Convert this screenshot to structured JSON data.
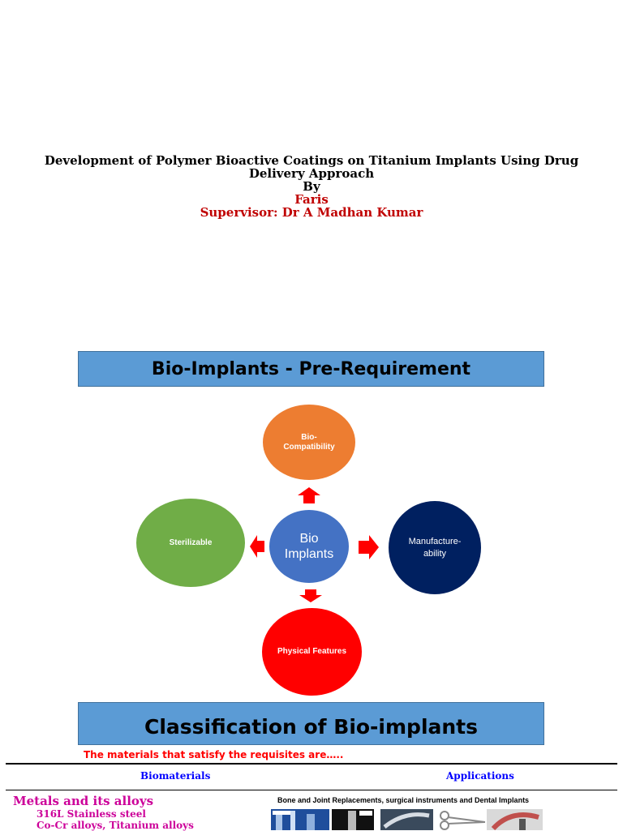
{
  "title": {
    "line1": "Development of Polymer Bioactive Coatings on Titanium Implants Using Drug",
    "line2": "Delivery Approach",
    "by": "By",
    "author": "Faris",
    "supervisor": "Supervisor: Dr A Madhan Kumar"
  },
  "slide1": {
    "heading": "Bio-Implants - Pre-Requirement",
    "center": "Bio Implants",
    "top": "Bio-\nCompatibility",
    "left": "Sterilizable",
    "right": "Manufacture-\nability",
    "bottom": "Physical Features",
    "colors": {
      "banner": "#5b9bd5",
      "top": "#ed7d31",
      "left": "#70ad47",
      "right": "#002060",
      "bottom": "#ff0000",
      "center": "#4472c4",
      "arrow": "#ff0000"
    }
  },
  "slide2": {
    "heading": "Classification of Bio-implants",
    "subtitle": "The materials that satisfy the requisites are…..",
    "col_biomaterials": "Biomaterials",
    "col_applications": "Applications",
    "metals_heading": "Metals and its alloys",
    "metal_items": [
      "316L Stainless steel",
      "Co-Cr alloys, Titanium alloys"
    ],
    "applications_text": "Bone and Joint Replacements, surgical instruments  and Dental Implants"
  }
}
